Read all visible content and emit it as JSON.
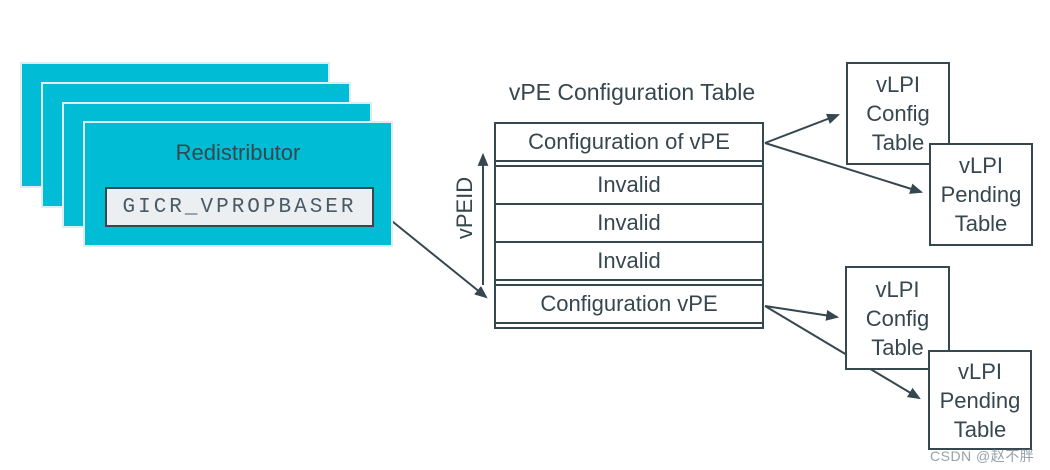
{
  "colors": {
    "cyan": "#00bcd4",
    "cyan_border": "#ddeef3",
    "outline": "#37474f",
    "register_bg": "#eceff1",
    "register_text": "#4a5a64",
    "watermark": "#7e8b95"
  },
  "redistributor": {
    "label": "Redistributor",
    "register_label": "GICR_VPROPBASER",
    "stack_count": 4
  },
  "vpe_table": {
    "title": "vPE Configuration Table",
    "axis_label": "vPEID",
    "rows": [
      {
        "label": "Configuration of vPE"
      },
      {
        "label": "Invalid"
      },
      {
        "label": "Invalid"
      },
      {
        "label": "Invalid"
      },
      {
        "label": "Configuration vPE"
      }
    ]
  },
  "vlpi": {
    "config_lines": [
      "vLPI",
      "Config",
      "Table"
    ],
    "pending_lines": [
      "vLPI",
      "Pending",
      "Table"
    ]
  },
  "watermark": "CSDN @赵不胖"
}
